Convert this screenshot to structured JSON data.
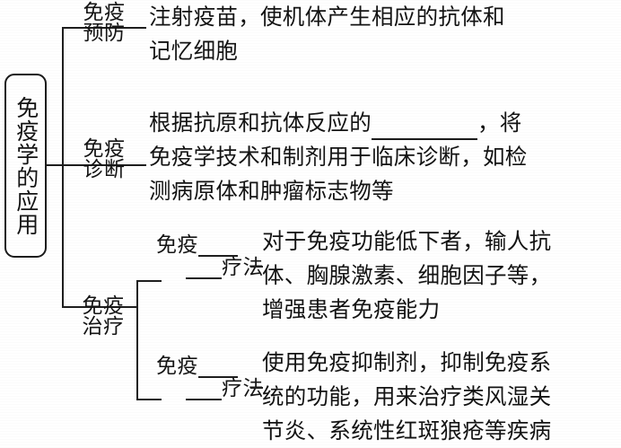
{
  "root": {
    "label": "免疫学的应用"
  },
  "branches": [
    {
      "id": "immune-prevention",
      "label_line1": "免疫",
      "label_line2": "预防",
      "description_lines": [
        "注射疫苗，使机体产生相应的抗体和",
        "记忆细胞"
      ]
    },
    {
      "id": "immune-diagnosis",
      "label_line1": "免疫",
      "label_line2": "诊断",
      "description_lines": [
        "根据抗原和抗体反应的",
        "，将",
        "免疫学技术和制剂用于临床诊断，如检",
        "测病原体和肿瘤标志物等"
      ]
    },
    {
      "id": "immune-therapy",
      "label_line1": "免疫",
      "label_line2": "治疗",
      "sub_branches": [
        {
          "id": "enhancement-therapy",
          "label_prefix": "免疫",
          "label_suffix": "疗法",
          "description_lines": [
            "对于免疫功能低下者，输人抗",
            "体、胸腺激素、细胞因子等，",
            "增强患者免疫能力"
          ]
        },
        {
          "id": "suppression-therapy",
          "label_prefix": "免疫",
          "label_suffix": "疗法",
          "description_lines": [
            "使用免疫抑制剂，抑制免疫系",
            "统的功能，用来治疗类风湿关",
            "节炎、系统性红斑狼疮等疾病"
          ]
        }
      ]
    }
  ],
  "colors": {
    "ink": "#1a1a1a",
    "paper": "#ffffff"
  }
}
